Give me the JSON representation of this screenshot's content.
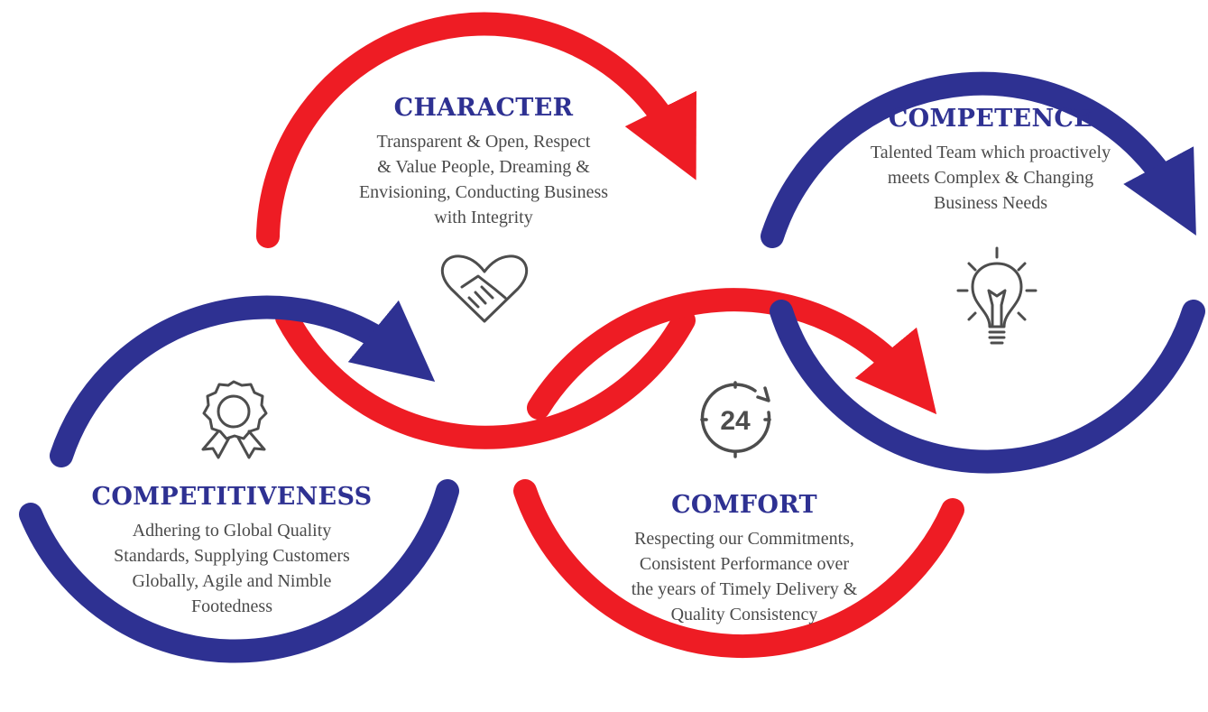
{
  "colors": {
    "red": "#ee1c24",
    "blue": "#2e3192",
    "icon": "#4d4d4d",
    "heading": "#2e3192",
    "text": "#4a4a4a"
  },
  "blocks": {
    "character": {
      "title": "CHARACTER",
      "lines": [
        "Transparent & Open, Respect",
        "& Value People, Dreaming &",
        "Envisioning, Conducting Business",
        "with Integrity"
      ]
    },
    "competence": {
      "title": "COMPETENCE",
      "lines": [
        "Talented Team which proactively",
        "meets Complex & Changing",
        "Business Needs"
      ]
    },
    "competitiveness": {
      "title": "COMPETITIVENESS",
      "lines": [
        "Adhering to Global Quality",
        "Standards, Supplying Customers",
        "Globally, Agile and Nimble",
        "Footedness"
      ]
    },
    "comfort": {
      "title": "COMFORT",
      "lines": [
        "Respecting our Commitments,",
        "Consistent Performance over",
        "the years of Timely Delivery &",
        "Quality Consistency"
      ]
    }
  },
  "icons": {
    "heart_handshake": "heart-handshake-icon",
    "lightbulb": "lightbulb-icon",
    "award": "award-rosette-icon",
    "clock24": "24-hour-clock-icon",
    "clock24_label": "24"
  }
}
